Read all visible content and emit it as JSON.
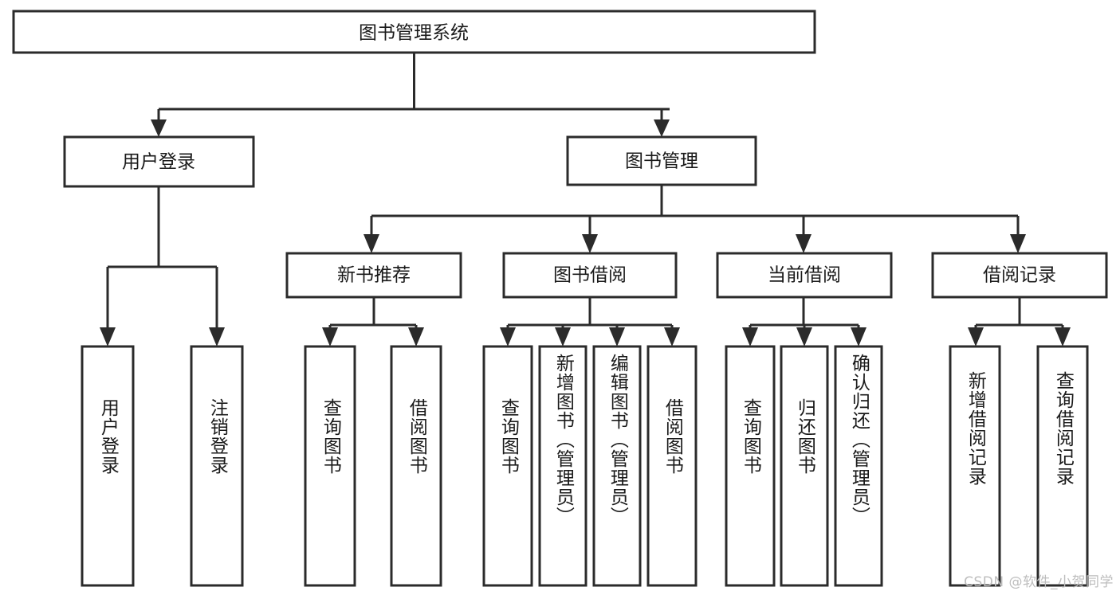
{
  "diagram": {
    "type": "tree-hierarchy-chart",
    "title": "图书管理系统",
    "watermark": "CSDN @软件_小贺同学",
    "colors": {
      "box_stroke": "#2b2b2b",
      "box_fill": "#ffffff",
      "text": "#1a1a1a",
      "background": "#ffffff",
      "watermark": "#bdbdbd"
    },
    "root": {
      "label": "图书管理系统"
    },
    "level2": [
      {
        "label": "用户登录"
      },
      {
        "label": "图书管理"
      }
    ],
    "level3": [
      {
        "label": "新书推荐"
      },
      {
        "label": "图书借阅"
      },
      {
        "label": "当前借阅"
      },
      {
        "label": "借阅记录"
      }
    ],
    "leaves": {
      "user_login": [
        {
          "label": "用户登录"
        },
        {
          "label": "注销登录"
        }
      ],
      "new_book_recommend": [
        {
          "label": "查询图书"
        },
        {
          "label": "借阅图书"
        }
      ],
      "book_borrow": [
        {
          "label": "查询图书"
        },
        {
          "label": "新增图书（管理员）"
        },
        {
          "label": "编辑图书（管理员）"
        },
        {
          "label": "借阅图书"
        }
      ],
      "current_borrow": [
        {
          "label": "查询图书"
        },
        {
          "label": "归还图书"
        },
        {
          "label": "确认归还（管理员）"
        }
      ],
      "borrow_record": [
        {
          "label": "新增借阅记录"
        },
        {
          "label": "查询借阅记录"
        }
      ]
    }
  }
}
